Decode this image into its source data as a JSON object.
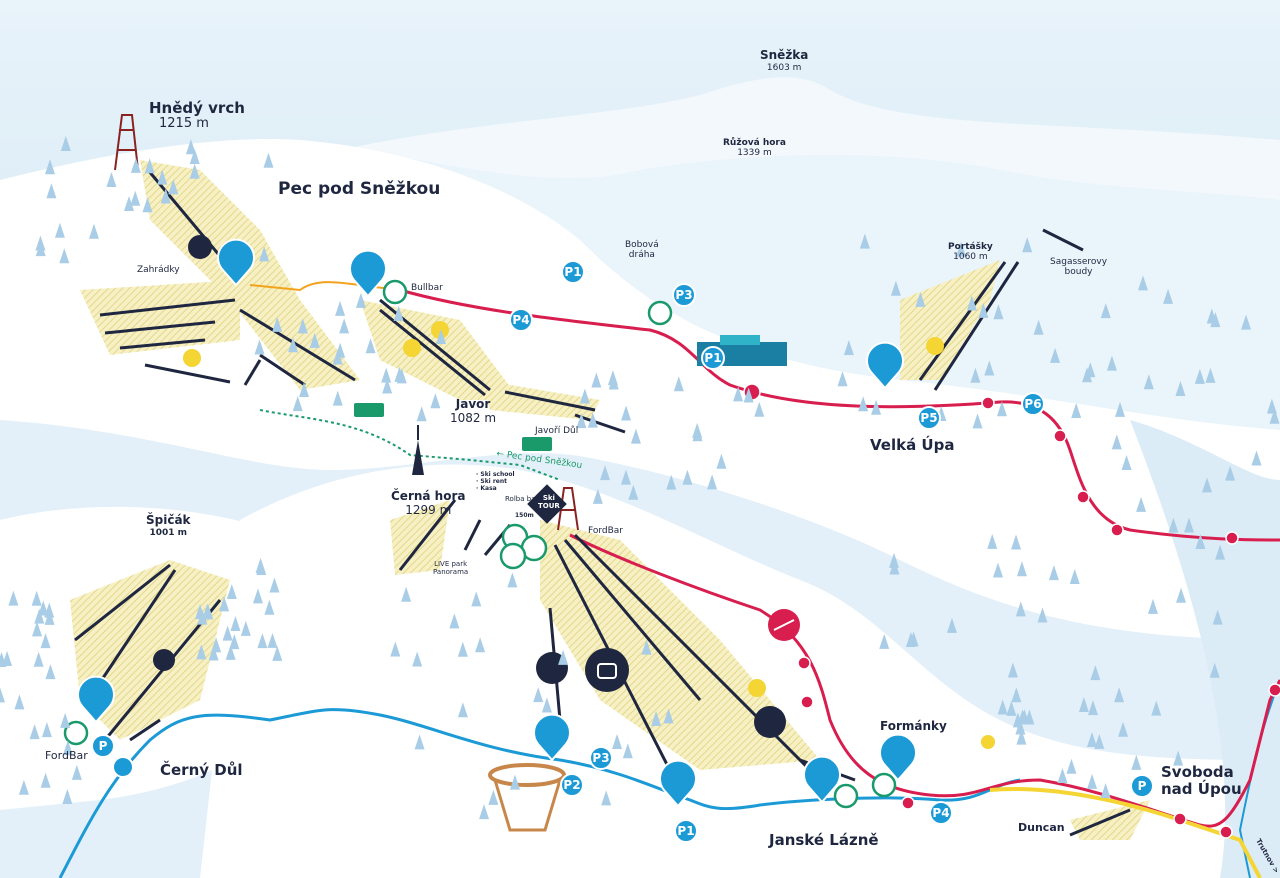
{
  "colors": {
    "sky": "#cfe6f5",
    "snow": "#ffffff",
    "slope": "#f1ebb0",
    "road_red": "#d81e4e",
    "road_yellow": "#f4d534",
    "river": "#1c9ad6",
    "parking": "#1c9ad6",
    "lift": "#1f2740",
    "trail_green": "#1a9a6b"
  },
  "peaks": {
    "snezka": {
      "name": "Sněžka",
      "elev": "1603 m"
    },
    "hnedy_vrch": {
      "name": "Hnědý vrch",
      "elev": "1215 m"
    },
    "ruzova_hora": {
      "name": "Růžová hora",
      "elev": "1339 m"
    },
    "portasky": {
      "name": "Portášky",
      "elev": "1060 m"
    },
    "javor": {
      "name": "Javor",
      "elev": "1082 m"
    },
    "cerna_hora": {
      "name": "Černá hora",
      "elev": "1299 m"
    },
    "spicak": {
      "name": "Špičák",
      "elev": "1001 m"
    }
  },
  "places": {
    "pec": "Pec pod Sněžkou",
    "velka_upa": "Velká Úpa",
    "cerny_dul": "Černý Důl",
    "janske_lazne": "Janské Lázně",
    "formanky": "Formánky",
    "duncan": "Duncan",
    "svoboda_1": "Svoboda",
    "svoboda_2": "nad Úpou",
    "zahradky": "Zahrádky",
    "javori_dul": "Javoří Důl",
    "sagasser_1": "Sagasserovy",
    "sagasser_2": "boudy",
    "bobova_1": "Bobová",
    "bobova_2": "dráha",
    "trutnov": "Trutnov >"
  },
  "poi": {
    "bullbar": "Bullbar",
    "fordbar_cerna": "FordBar",
    "fordbar_spicak": "FordBar",
    "rolba_bar": "Rolba bar",
    "ski_school": "· Ski school",
    "ski_rent": "· Ski rent",
    "kasa": "· Kasa",
    "distance": "150m",
    "skitour_1": "Ski",
    "skitour_2": "TOUR",
    "live_1": "LIVE park",
    "live_2": "Panorama",
    "green_trail": "← Pec pod Sněžkou"
  },
  "parking": [
    "P1",
    "P4",
    "P3",
    "P1",
    "P5",
    "P6",
    "P",
    "P2",
    "P3",
    "P1",
    "P4",
    "P"
  ],
  "icons": [
    "skiing-icon",
    "gondola-icon",
    "chairlift-icon",
    "drag-lift-icon",
    "restaurant-icon",
    "cafe-icon",
    "toilet-icon",
    "parking-icon",
    "bus-stop-icon",
    "snowcat-icon",
    "lookout-tower-icon",
    "snowpark-icon",
    "ski-patrol-icon"
  ]
}
